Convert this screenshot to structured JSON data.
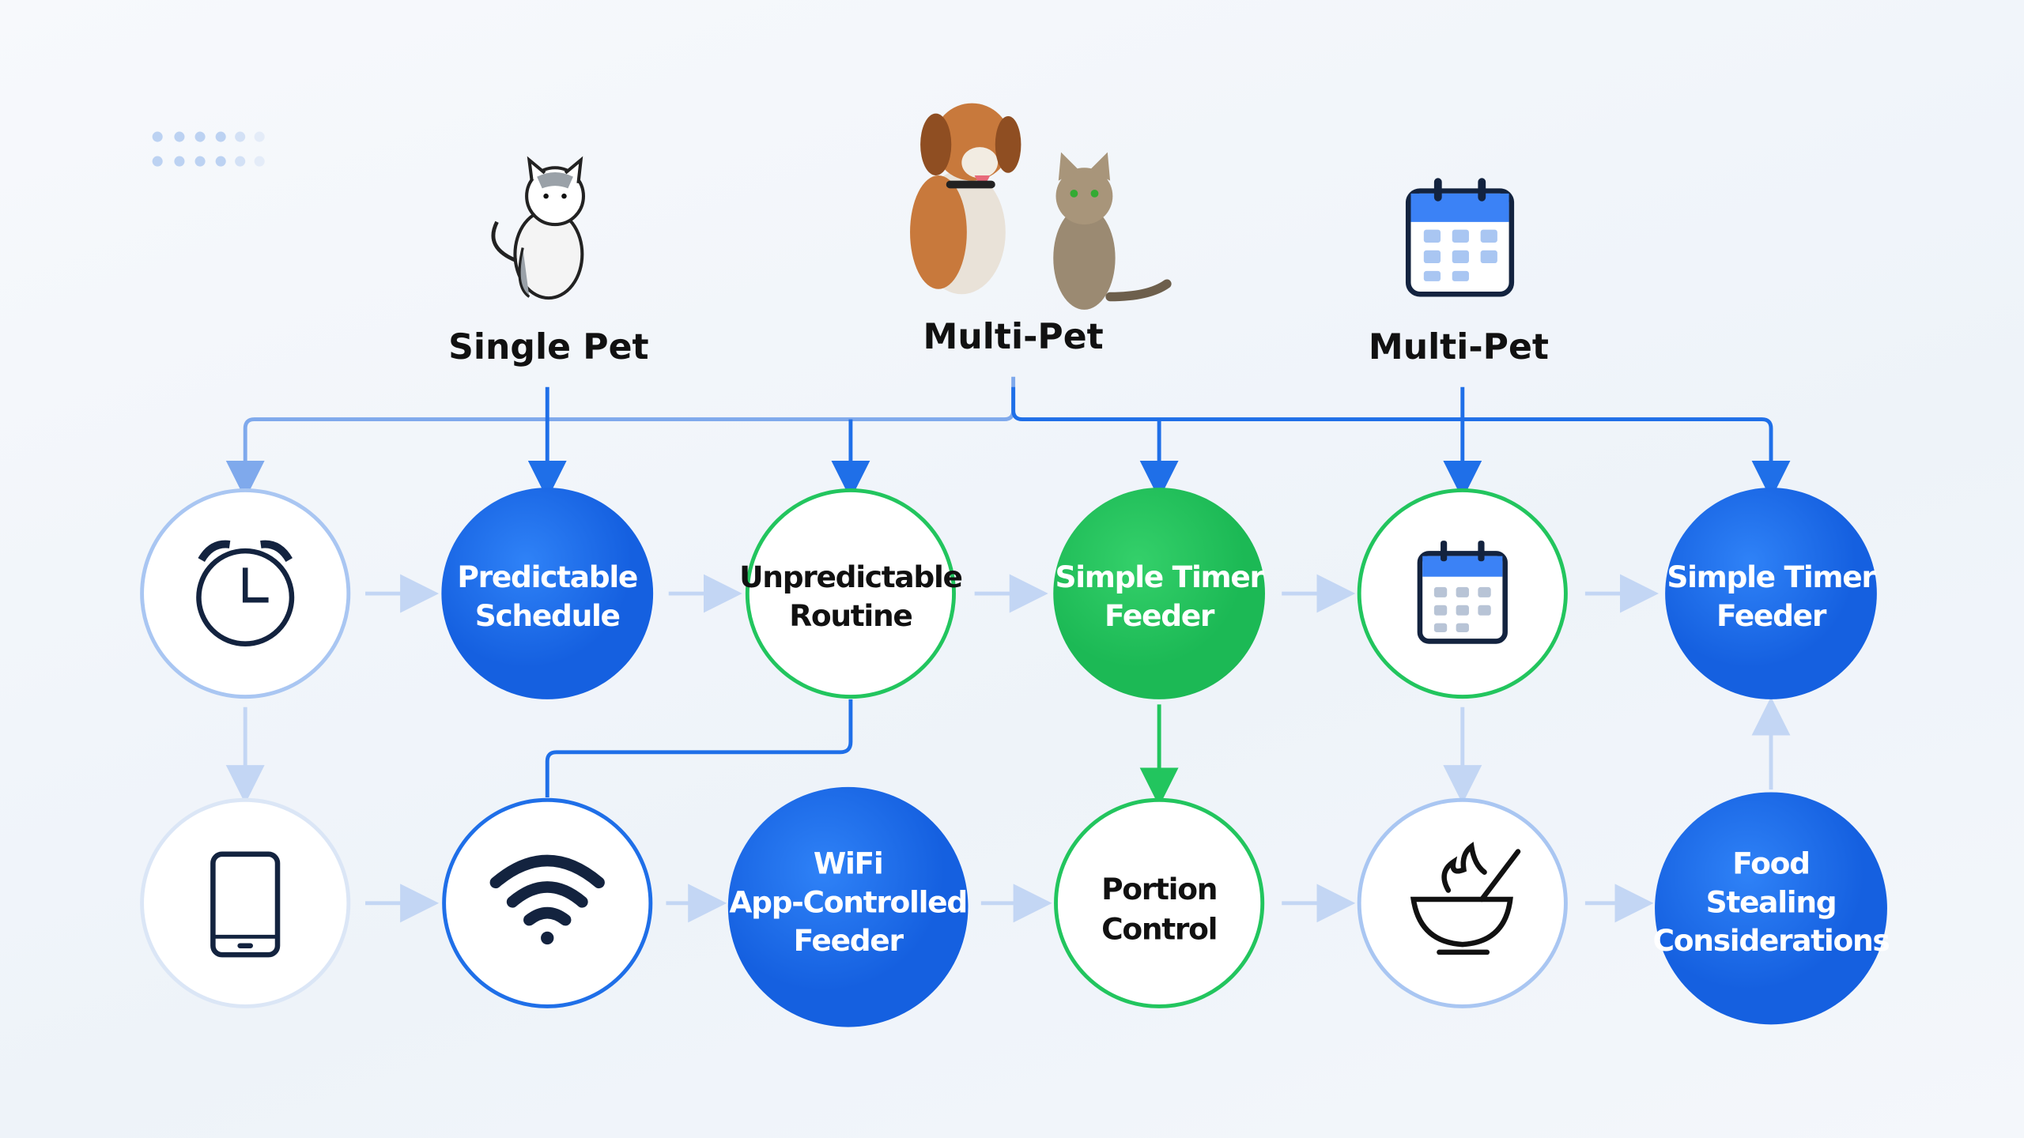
{
  "headers": {
    "single_pet": "Single Pet",
    "multi_pet_center": "Multi-Pet",
    "multi_pet_right": "Multi-Pet"
  },
  "row1": {
    "predictable_schedule": [
      "Predictable",
      "Schedule"
    ],
    "unpredictable_routine": [
      "Unpredictable",
      "Routine"
    ],
    "simple_timer_feeder_green": [
      "Simple Timer",
      "Feeder"
    ],
    "simple_timer_feeder_blue": [
      "Simple Timer",
      "Feeder"
    ]
  },
  "row2": {
    "wifi_feeder": [
      "WiFi",
      "App-Controlled",
      "Feeder"
    ],
    "portion_control": [
      "Portion",
      "Control"
    ],
    "food_stealing": [
      "Food",
      "Stealing",
      "Considerations"
    ]
  },
  "icons": [
    "cat-icon",
    "dog-and-cat-icon",
    "calendar-icon",
    "alarm-clock-icon",
    "tablet-icon",
    "wifi-icon",
    "food-bowl-icon"
  ],
  "colors": {
    "blue": "#1f6fe8",
    "green": "#22c55e",
    "light_blue": "#a9c6f2",
    "dark_navy": "#13233f"
  }
}
